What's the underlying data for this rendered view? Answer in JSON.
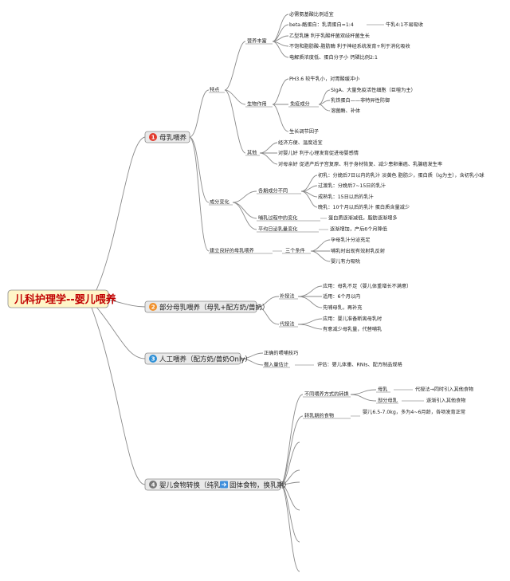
{
  "root": {
    "title": "儿科护理学--婴儿喂养"
  },
  "colors": {
    "root_fill": "#fff6c8",
    "root_stroke": "#e0c770",
    "root_text": "#c00000",
    "badge_red": "#e23b2e",
    "badge_orange": "#f0902b",
    "badge_blue": "#2d8fd6",
    "badge_gray": "#777777",
    "box_fill": "#e9e9e9",
    "arrow_fill": "#3f8fdc"
  },
  "branches": [
    {
      "num": "1",
      "label": "母乳喂养"
    },
    {
      "num": "2",
      "label": "部分母乳喂养（母乳+配方奶/兽奶）"
    },
    {
      "num": "3",
      "label": "人工喂养（配方奶/兽奶Only）"
    },
    {
      "num": "4",
      "label_before": "婴儿食物转换（纯乳类",
      "label_after": "固体食物，换乳期）",
      "arrow_icon": "right-arrow-icon"
    }
  ],
  "nodes": {
    "tedian": "特点",
    "yingyang": "营养丰富",
    "y1": "必需氨基酸比例适宜",
    "y2": "beta-酪蛋白：乳清蛋白=1:4",
    "y2b": "牛乳4:1不易吸收",
    "y3": "乙型乳糖 利于乳酸杆菌双歧杆菌生长",
    "y4": "不饱和脂肪酸-脂肪酶 利于神经系统发育+利于消化吸收",
    "y5": "电解质浓度低、蛋白分子小 钙磷比例2:1",
    "shengwu": "生物作用",
    "s1": "PH3.6 较牛乳小，对胃酸缓冲小",
    "mianyi": "免疫成分",
    "m1": "SIgA、大量免疫活性细胞（巨噬为主）",
    "m2": "乳铁蛋白——非特异性防御",
    "m3": "溶菌酶、补体",
    "s2": "生长调节因子",
    "qita": "其他",
    "q1": "经济方便、温度适宜",
    "q2": "对婴儿好 利于心理发育促进母婴感情",
    "q3": "对母亲好 促进产后子宫复原、利于身材恢复、减少患卵巢癌、乳腺癌发生率",
    "chengfen": "成分变化",
    "geqi": "各期成分不同",
    "g1": "初乳：分娩后7日以内的乳汁 淡黄色 脂肪少，蛋白质（Ig为主），含初乳小球",
    "g2": "过渡乳：分娩后7~15日的乳汁",
    "g3": "成熟乳：15日以后的乳汁",
    "g4": "晚乳：10个月以后的乳汁 蛋白质含量减少",
    "buru": "哺乳过程中的变化",
    "b1": "蛋白质逐渐减低，脂肪逐渐增多",
    "pingjun": "平均日泌乳量变化",
    "p1": "逐渐增加，产后6个月降低",
    "jianli": "建立良好的母乳喂养",
    "sange": "三个条件",
    "c1": "孕母乳汁分泌充足",
    "c2": "哺乳时出现有效射乳反射",
    "c3": "婴儿有力吸吮",
    "bushou": "补授法",
    "bs1": "应用：母乳不足（婴儿体重增长不满意）",
    "bs2": "适用：6个月以内",
    "bs3": "先哺母乳，再补充",
    "daishou": "代授法",
    "ds1": "应用：婴儿准备断离母乳时",
    "ds2": "有意减少母乳量，代替哺乳",
    "zhengque": "正确的喂哺技巧",
    "sheru": "摄入量估计",
    "sr1": "评估：婴儿体重、RNIs、配方制品规格",
    "butong": "不同喂养方式的转换",
    "muru": "母乳",
    "mr1": "代授法→同时引入其他食物",
    "bufen": "部分母乳",
    "bf1": "逐渐引入其他食物",
    "zhuanru": "转乳期的食物",
    "z1": "婴儿6.5-7.0kg，多为4~6月龄，各项发育正常"
  }
}
